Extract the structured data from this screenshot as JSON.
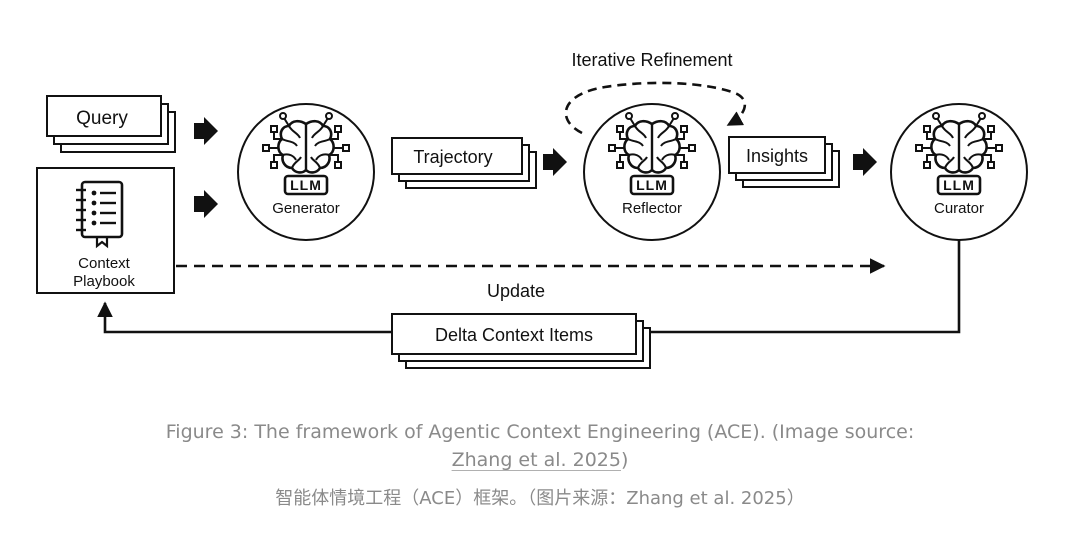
{
  "diagram": {
    "inputs": {
      "query": "Query",
      "playbook_line1": "Context",
      "playbook_line2": "Playbook"
    },
    "llm_badge": "LLM",
    "nodes": {
      "generator": "Generator",
      "reflector": "Reflector",
      "curator": "Curator"
    },
    "stacks": {
      "trajectory": "Trajectory",
      "insights": "Insights",
      "delta": "Delta Context Items"
    },
    "loop_label": "Iterative Refinement",
    "update_label": "Update",
    "icons": {
      "llm": "brain-circuit-icon",
      "playbook": "notebook-list-icon",
      "arrow": "block-arrow-icon"
    }
  },
  "caption": {
    "line1": "Figure 3: The framework of Agentic Context Engineering (ACE). (Image source:",
    "link": "Zhang et al. 2025",
    "line2_tail": ")",
    "line3": "智能体情境工程（ACE）框架。（图片来源：Zhang et al. 2025）"
  },
  "colors": {
    "stroke": "#111111",
    "caption": "#8a8a8a",
    "background": "#ffffff"
  }
}
